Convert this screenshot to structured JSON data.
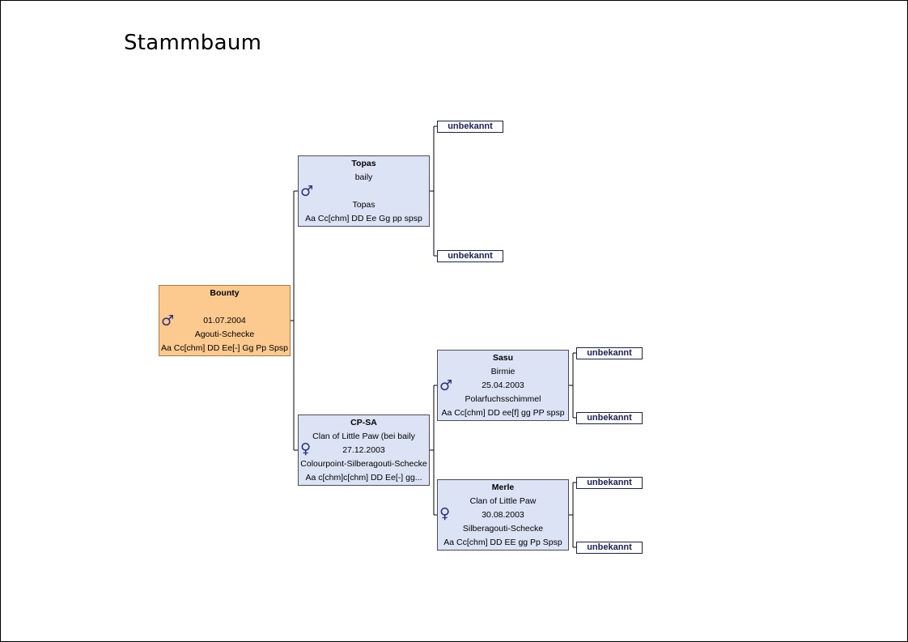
{
  "title": "Stammbaum",
  "colors": {
    "root_fill": "#fcc98e",
    "node_fill": "#dce3f5",
    "unknown_text": "#1a2060",
    "sex_symbol": "#2a2f7a"
  },
  "symbols": {
    "male": "♂",
    "female": "♀"
  },
  "root": {
    "name": "Bounty",
    "line2": "",
    "date": "01.07.2004",
    "color": "Agouti-Schecke",
    "genes": "Aa Cc[chm] DD Ee[-] Gg Pp Spsp",
    "sex": "male"
  },
  "father": {
    "name": "Topas",
    "line2": "baily",
    "date": "",
    "color": "Topas",
    "genes": "Aa Cc[chm] DD Ee Gg pp spsp",
    "sex": "male"
  },
  "mother": {
    "name": "CP-SA",
    "line2": "Clan of Little Paw (bei baily",
    "date": "27.12.2003",
    "color": "Colourpoint-Silberagouti-Schecke",
    "genes": "Aa c[chm]c[chm] DD Ee[-] gg...",
    "sex": "female"
  },
  "maternal_grandfather": {
    "name": "Sasu",
    "line2": "Birmie",
    "date": "25.04.2003",
    "color": "Polarfuchsschimmel",
    "genes": "Aa Cc[chm] DD ee[f] gg PP spsp",
    "sex": "male"
  },
  "maternal_grandmother": {
    "name": "Merle",
    "line2": "Clan of Little Paw",
    "date": "30.08.2003",
    "color": "Silberagouti-Schecke",
    "genes": "Aa Cc[chm] DD EE gg Pp Spsp",
    "sex": "female"
  },
  "unknown_label": "unbekannt"
}
